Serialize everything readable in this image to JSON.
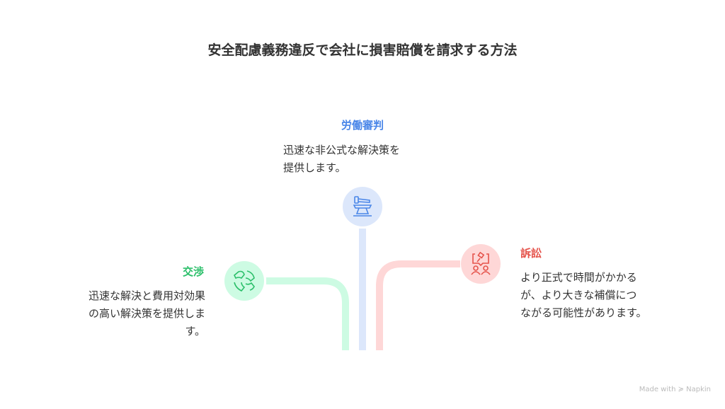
{
  "title": "安全配慮義務違反で会社に損害賠償を請求する方法",
  "options": [
    {
      "heading": "労働審判",
      "desc": [
        "迅速な非公式な解決策を",
        "提供します。"
      ],
      "icon": "gavel-anvil-icon",
      "color": "#4a86e8",
      "light": "#dce7fb"
    },
    {
      "heading": "交渉",
      "desc": [
        "迅速な解決と費用対効果",
        "の高い解決策を提供しま",
        "す。"
      ],
      "icon": "handshake-icon",
      "color": "#2bbf6a",
      "light": "#cdfbe3"
    },
    {
      "heading": "訴訟",
      "desc": [
        "より正式で時間がかかる",
        "が、より大きな補償につ",
        "ながる可能性があります。"
      ],
      "icon": "lawsuit-people-icon",
      "color": "#e5534b",
      "light": "#fed7d7"
    }
  ],
  "credit": "Made with ≽ Napkin"
}
